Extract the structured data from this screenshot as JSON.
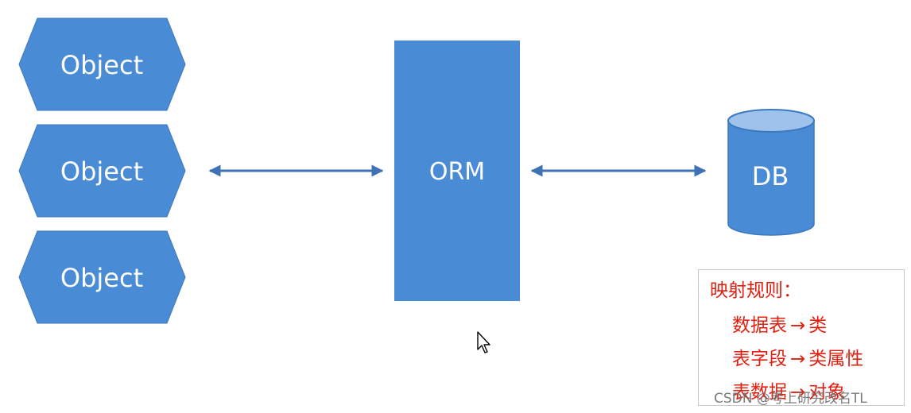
{
  "colors": {
    "shape_fill": "#4a8bd6",
    "shape_stroke": "#3c78bf",
    "db_top": "#9ec2eb",
    "arrow": "#3f72b5",
    "rules_text": "#e02010",
    "rules_border": "#c8c8c8"
  },
  "objects": [
    {
      "label": "Object"
    },
    {
      "label": "Object"
    },
    {
      "label": "Object"
    }
  ],
  "orm": {
    "label": "ORM"
  },
  "db": {
    "label": "DB"
  },
  "mapping_rules": {
    "title": "映射规则：",
    "rules": [
      {
        "from": "数据表",
        "arrow": "→",
        "to": "类"
      },
      {
        "from": "表字段",
        "arrow": "→",
        "to": "类属性"
      },
      {
        "from": "表数据",
        "arrow": "→",
        "to": "对象"
      }
    ]
  },
  "watermark": "CSDN @考上研究改名TL",
  "icons": {
    "cursor": "mouse-pointer-icon"
  }
}
